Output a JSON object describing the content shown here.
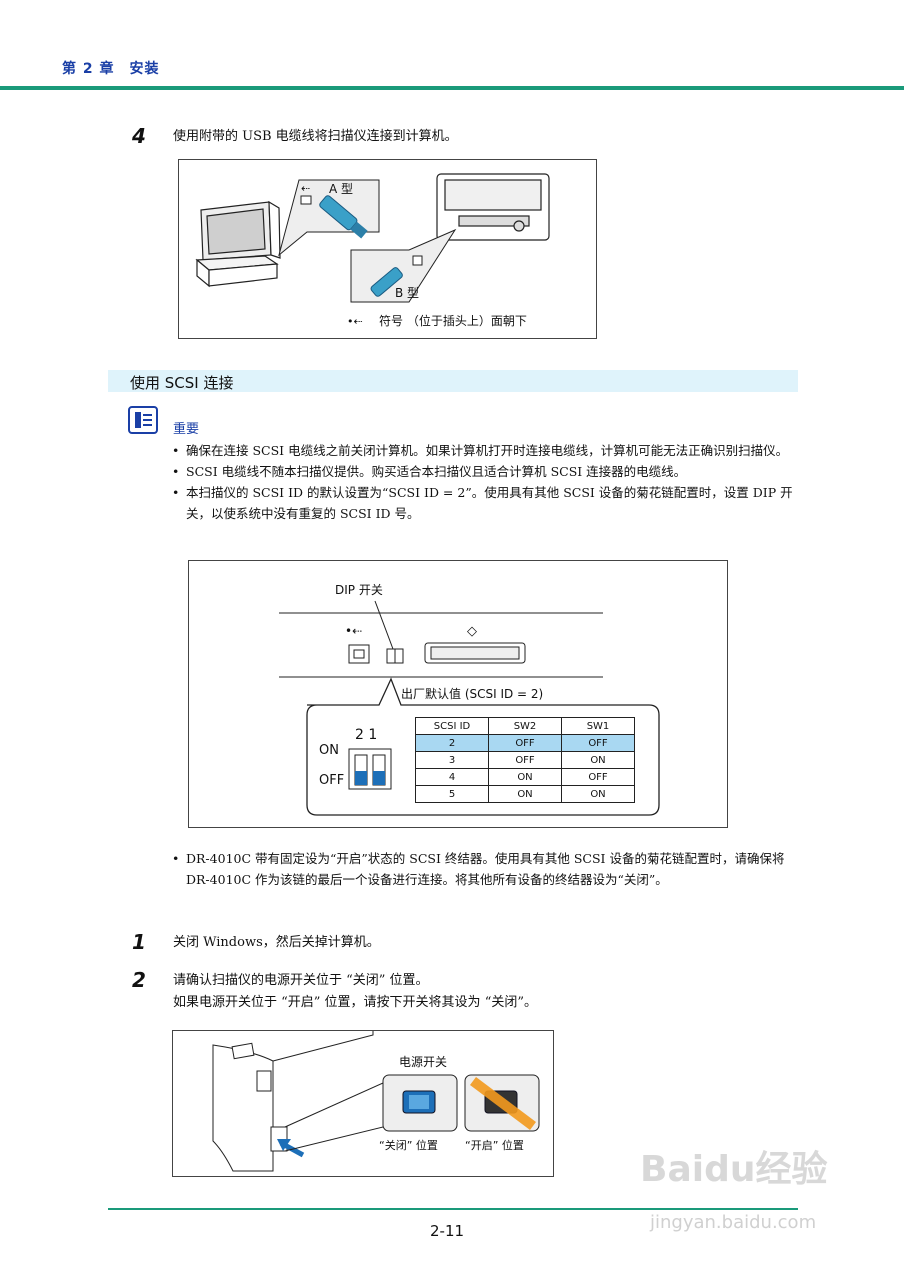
{
  "header": {
    "chapter_title": "第 2 章　安装"
  },
  "step4": {
    "number": "4",
    "text": "使用附带的 USB 电缆线将扫描仪连接到计算机。",
    "figure": {
      "label_a": "A 型",
      "label_b": "B 型",
      "caption": "符号 （位于插头上）面朝下"
    }
  },
  "section": {
    "title": "使用 SCSI 连接"
  },
  "important": {
    "label": "重要",
    "bullets": [
      "确保在连接 SCSI 电缆线之前关闭计算机。如果计算机打开时连接电缆线，计算机可能无法正确识别扫描仪。",
      "SCSI 电缆线不随本扫描仪提供。购买适合本扫描仪且适合计算机 SCSI 连接器的电缆线。",
      "本扫描仪的 SCSI ID 的默认设置为“SCSI ID = 2”。使用具有其他 SCSI 设备的菊花链配置时，设置 DIP 开关，以使系统中没有重复的 SCSI ID 号。"
    ]
  },
  "dip_figure": {
    "dip_label": "DIP 开关",
    "default_label": "出厂默认值 (SCSI ID = 2)",
    "switch_numbers": "2  1",
    "on_label": "ON",
    "off_label": "OFF",
    "table": {
      "headers": [
        "SCSI ID",
        "SW2",
        "SW1"
      ],
      "rows": [
        [
          "2",
          "OFF",
          "OFF"
        ],
        [
          "3",
          "OFF",
          "ON"
        ],
        [
          "4",
          "ON",
          "OFF"
        ],
        [
          "5",
          "ON",
          "ON"
        ]
      ]
    }
  },
  "terminator_note": "DR-4010C 带有固定设为“开启”状态的 SCSI 终结器。使用具有其他 SCSI 设备的菊花链配置时，请确保将 DR-4010C 作为该链的最后一个设备进行连接。将其他所有设备的终结器设为“关闭”。",
  "step1": {
    "number": "1",
    "text": "关闭 Windows，然后关掉计算机。"
  },
  "step2": {
    "number": "2",
    "line1": "请确认扫描仪的电源开关位于 “关闭” 位置。",
    "line2": "如果电源开关位于 “开启” 位置，请按下开关将其设为 “关闭”。",
    "figure": {
      "power_label": "电源开关",
      "off_label": "“关闭” 位置",
      "on_label": "“开启” 位置"
    }
  },
  "footer": {
    "page_number": "2-11"
  },
  "watermark": {
    "logo": "Baidu经验",
    "url": "jingyan.baidu.com"
  },
  "colors": {
    "accent": "#1a9a7a",
    "heading_blue": "#1a3fa6",
    "section_bg": "#dff3fb",
    "highlight_row": "#a9d8f2",
    "switch_blue": "#1d6fb8",
    "on_orange": "#f39a1e"
  }
}
